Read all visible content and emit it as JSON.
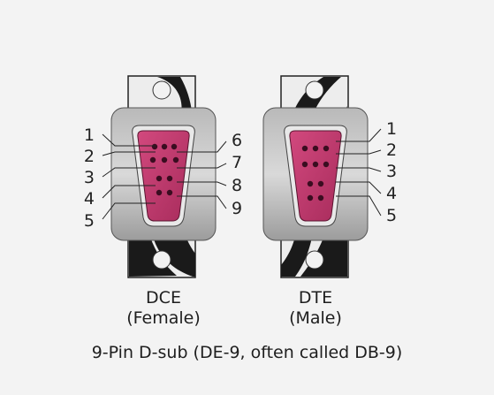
{
  "diagram": {
    "caption": "9-Pin D-sub (DE-9, often called DB-9)",
    "connectors": [
      {
        "name": "DCE",
        "gender": "(Female)",
        "pin_labels_outer": [
          "1",
          "2",
          "3",
          "4",
          "5"
        ],
        "pin_labels_inner": [
          "6",
          "7",
          "8",
          "9"
        ]
      },
      {
        "name": "DTE",
        "gender": "(Male)",
        "pin_labels_outer": [
          "1",
          "2",
          "3",
          "4",
          "5"
        ]
      }
    ],
    "colors": {
      "shell": "#cfcfcf",
      "shell_dark": "#a9a9a9",
      "insert": "#c23a6e",
      "band": "#1a1a1a",
      "plate": "#ececec"
    }
  }
}
